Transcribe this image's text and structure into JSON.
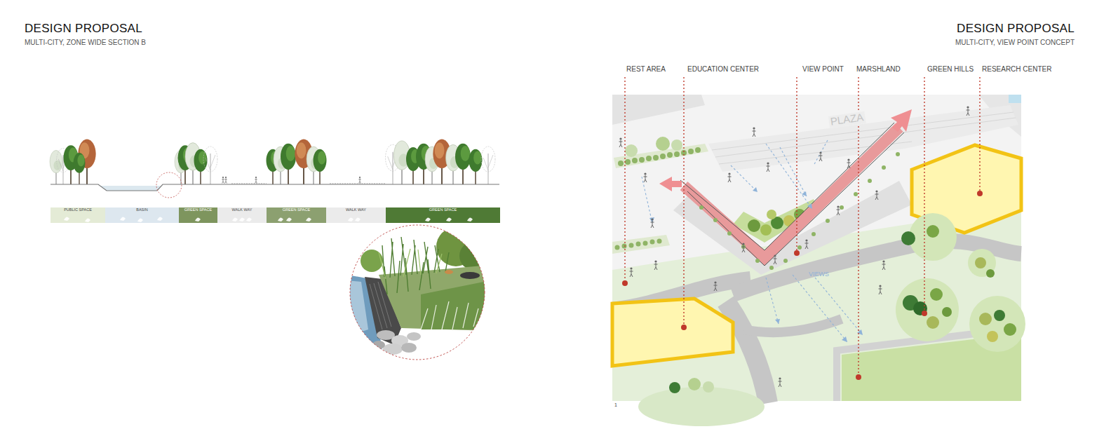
{
  "diagram": {
    "nodes": [
      {
        "text": [
          "PUBLIC SPACE"
        ]
      },
      {
        "text": [
          "BASIN"
        ]
      },
      {
        "text": [
          "GREEN SPACE"
        ]
      },
      {
        "text": [
          "WALK WAY"
        ]
      },
      {
        "text": [
          "GREEN SPACE"
        ]
      },
      {
        "text": [
          "WALK WAY"
        ]
      },
      {
        "text": [
          "GREEN SPACE"
        ]
      }
    ],
    "labels": [
      "DESIGN PROPOSAL",
      "MULTI-CITY, ZONE WIDE SECTION B",
      "DESIGN PROPOSAL",
      "MULTI-CITY, VIEW POINT CONCEPT",
      "REST AREA",
      "EDUCATION CENTER",
      "VIEW POINT",
      "MARSHLAND",
      "GREEN HILLS",
      "RESEARCH CENTER",
      "PLAZA",
      "VIEWS",
      "1"
    ]
  }
}
